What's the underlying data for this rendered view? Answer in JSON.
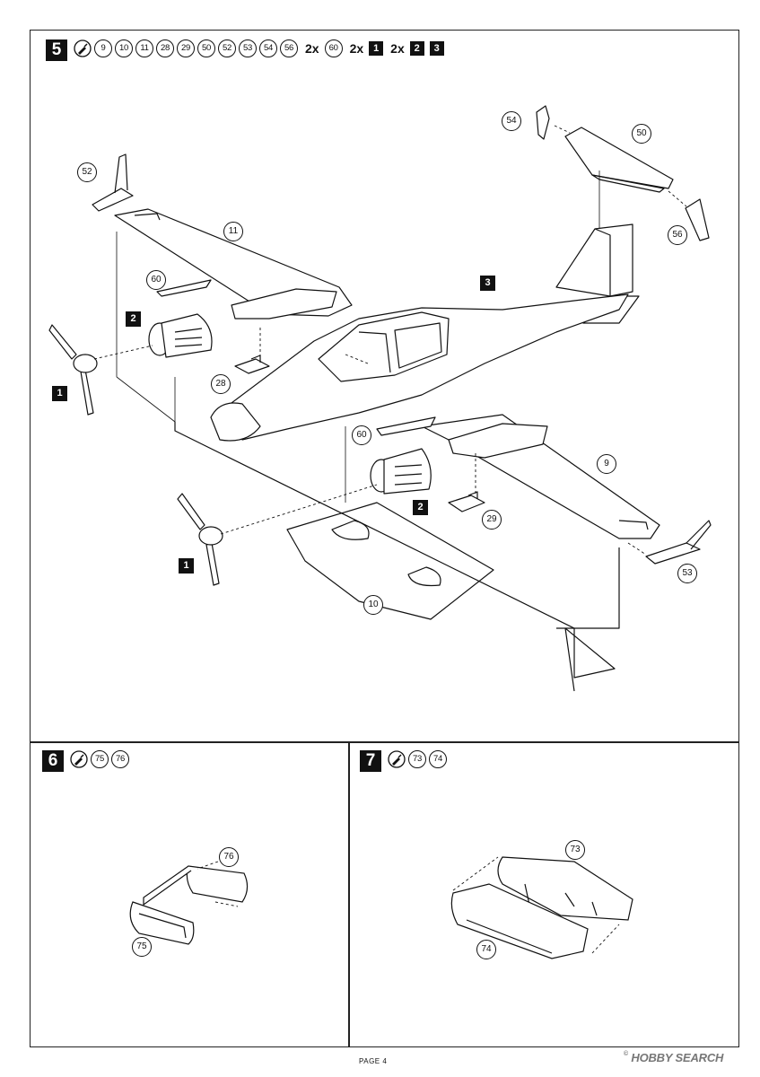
{
  "step5": {
    "number": "5",
    "parts": [
      "9",
      "10",
      "11",
      "28",
      "29",
      "50",
      "52",
      "53",
      "54",
      "56"
    ],
    "multiplier_a": "2x",
    "multiplier_part": "60",
    "multiplier_b": "2x",
    "sub_assy_a": "1",
    "multiplier_c": "2x",
    "sub_assy_b": "2",
    "sub_assy_c": "3"
  },
  "step5_callouts": {
    "p54": "54",
    "p50": "50",
    "p52": "52",
    "p11": "11",
    "p56": "56",
    "p60_top": "60",
    "p28": "28",
    "p60_bottom": "60",
    "p9": "9",
    "p29": "29",
    "p53": "53",
    "p10": "10"
  },
  "step5_assy": {
    "a1_top": "1",
    "a2_top": "2",
    "a3": "3",
    "a2_bottom": "2",
    "a1_bottom": "1"
  },
  "step6": {
    "number": "6",
    "parts": [
      "75",
      "76"
    ],
    "callout_76": "76",
    "callout_75": "75"
  },
  "step7": {
    "number": "7",
    "parts": [
      "73",
      "74"
    ],
    "callout_73": "73",
    "callout_74": "74"
  },
  "footer": {
    "page_label": "PAGE 4",
    "watermark": "HOBBY SEARCH",
    "watermark_mark": "©"
  },
  "icons": {
    "glue": "glue-tube-icon"
  }
}
